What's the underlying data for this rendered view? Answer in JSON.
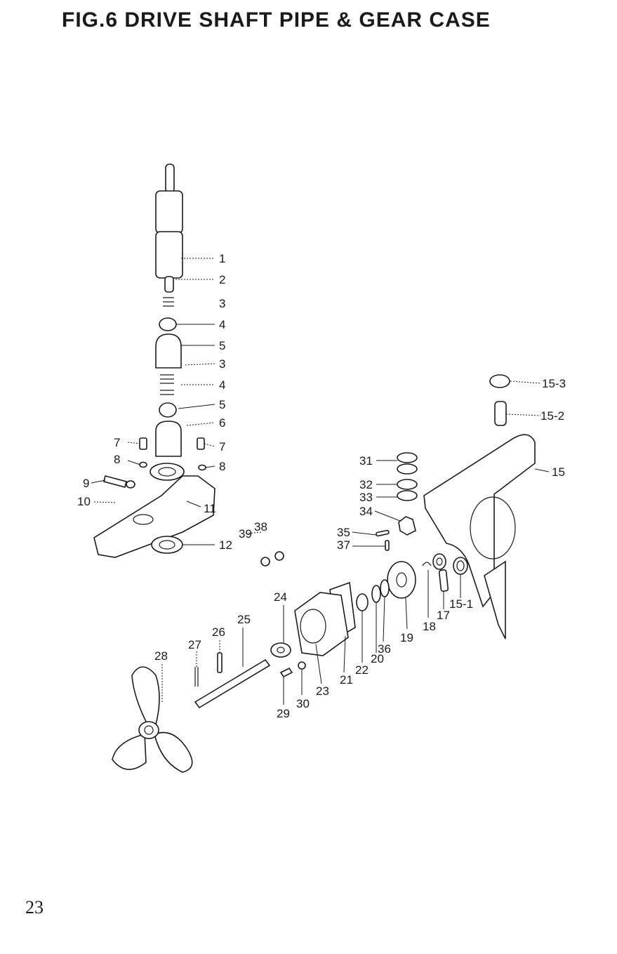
{
  "page": {
    "title": "FIG.6   DRIVE SHAFT PIPE & GEAR CASE",
    "page_number": "23"
  },
  "callouts": [
    {
      "id": "c1",
      "text": "1"
    },
    {
      "id": "c2",
      "text": "2"
    },
    {
      "id": "c3a",
      "text": "3"
    },
    {
      "id": "c4a",
      "text": "4"
    },
    {
      "id": "c5a",
      "text": "5"
    },
    {
      "id": "c3b",
      "text": "3"
    },
    {
      "id": "c4b",
      "text": "4"
    },
    {
      "id": "c5b",
      "text": "5"
    },
    {
      "id": "c6",
      "text": "6"
    },
    {
      "id": "c7a",
      "text": "7"
    },
    {
      "id": "c7b",
      "text": "7"
    },
    {
      "id": "c8a",
      "text": "8"
    },
    {
      "id": "c8b",
      "text": "8"
    },
    {
      "id": "c9",
      "text": "9"
    },
    {
      "id": "c10",
      "text": "10"
    },
    {
      "id": "c11",
      "text": "11"
    },
    {
      "id": "c12",
      "text": "12"
    },
    {
      "id": "c15",
      "text": "15"
    },
    {
      "id": "c15_1",
      "text": "15-1"
    },
    {
      "id": "c15_2",
      "text": "15-2"
    },
    {
      "id": "c15_3",
      "text": "15-3"
    },
    {
      "id": "c17",
      "text": "17"
    },
    {
      "id": "c18",
      "text": "18"
    },
    {
      "id": "c19",
      "text": "19"
    },
    {
      "id": "c20",
      "text": "20"
    },
    {
      "id": "c21",
      "text": "21"
    },
    {
      "id": "c22",
      "text": "22"
    },
    {
      "id": "c23",
      "text": "23"
    },
    {
      "id": "c24",
      "text": "24"
    },
    {
      "id": "c25",
      "text": "25"
    },
    {
      "id": "c26",
      "text": "26"
    },
    {
      "id": "c27",
      "text": "27"
    },
    {
      "id": "c28",
      "text": "28"
    },
    {
      "id": "c29",
      "text": "29"
    },
    {
      "id": "c30",
      "text": "30"
    },
    {
      "id": "c31",
      "text": "31"
    },
    {
      "id": "c32",
      "text": "32"
    },
    {
      "id": "c33",
      "text": "33"
    },
    {
      "id": "c34",
      "text": "34"
    },
    {
      "id": "c35",
      "text": "35"
    },
    {
      "id": "c36",
      "text": "36"
    },
    {
      "id": "c37",
      "text": "37"
    },
    {
      "id": "c38",
      "text": "38"
    },
    {
      "id": "c39",
      "text": "39"
    }
  ]
}
